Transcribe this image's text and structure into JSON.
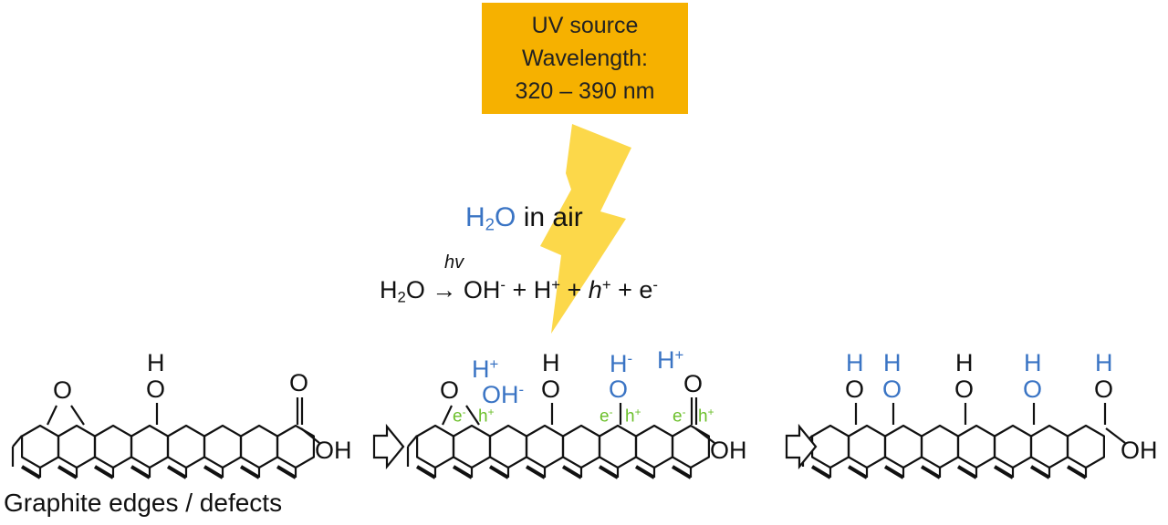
{
  "uv_source": {
    "line1": "UV source",
    "line2": "Wavelength:",
    "line3": "320 – 390 nm"
  },
  "air_label": {
    "h": "H",
    "sub": "2",
    "o": "O",
    "rest": " in air"
  },
  "equation": {
    "h2o_h": "H",
    "h2o_sub": "2",
    "h2o_o": "O",
    "hv": "hv",
    "arrow": "→",
    "oh": " OH",
    "oh_sup": "-",
    "plus1": " + H",
    "h_sup": "+",
    "plus2": " + ",
    "hole": "h",
    "hole_sup": "+",
    "plus3": " + e",
    "e_sup": "-"
  },
  "caption": "Graphite edges / defects",
  "structure1": {
    "epoxide_o": "O",
    "hydroxyl_h": "H",
    "hydroxyl_o": "O",
    "carbonyl_o": "O",
    "carboxyl_oh": "OH"
  },
  "structure2": {
    "h_plus_left": "H",
    "h_plus_left_sup": "+",
    "oh_minus": "OH",
    "oh_minus_sup": "-",
    "epoxide_o": "O",
    "hydroxyl_h": "H",
    "hydroxyl_o": "O",
    "h_minus": "H",
    "h_minus_sup": "-",
    "o_mid": "O",
    "h_plus_right": "H",
    "h_plus_right_sup": "+",
    "carbonyl_o": "O",
    "carboxyl_oh": "OH",
    "e_label": "e",
    "e_sup": "-",
    "h_label": "h",
    "h_sup": "+"
  },
  "structure3": {
    "h": "H",
    "o": "O",
    "carboxyl_oh": "OH"
  },
  "colors": {
    "uv_box": "#f6b100",
    "lightning": "#fcd84a",
    "blue": "#3a74c4",
    "green": "#6bbf2a",
    "bond": "#111111"
  }
}
